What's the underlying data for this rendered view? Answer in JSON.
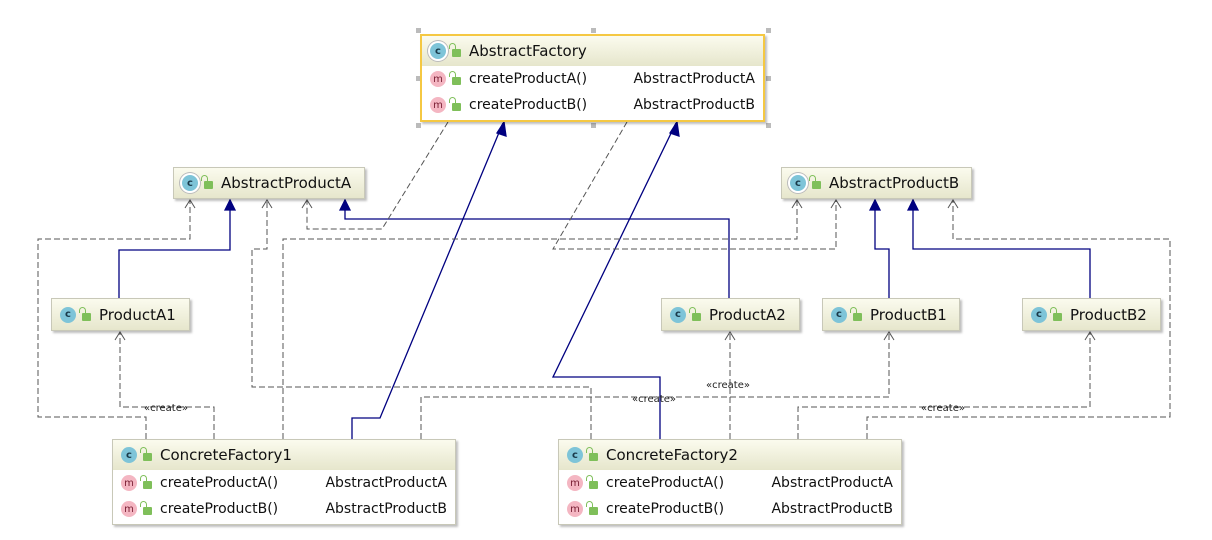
{
  "diagram": {
    "classes": {
      "abstract_factory": {
        "name": "AbstractFactory",
        "kind": "abstract",
        "methods": [
          {
            "name": "createProductA()",
            "type": "AbstractProductA"
          },
          {
            "name": "createProductB()",
            "type": "AbstractProductB"
          }
        ]
      },
      "abstract_product_a": {
        "name": "AbstractProductA",
        "kind": "abstract"
      },
      "abstract_product_b": {
        "name": "AbstractProductB",
        "kind": "abstract"
      },
      "product_a1": {
        "name": "ProductA1",
        "kind": "class"
      },
      "product_a2": {
        "name": "ProductA2",
        "kind": "class"
      },
      "product_b1": {
        "name": "ProductB1",
        "kind": "class"
      },
      "product_b2": {
        "name": "ProductB2",
        "kind": "class"
      },
      "concrete_factory1": {
        "name": "ConcreteFactory1",
        "kind": "class",
        "methods": [
          {
            "name": "createProductA()",
            "type": "AbstractProductA"
          },
          {
            "name": "createProductB()",
            "type": "AbstractProductB"
          }
        ]
      },
      "concrete_factory2": {
        "name": "ConcreteFactory2",
        "kind": "class",
        "methods": [
          {
            "name": "createProductA()",
            "type": "AbstractProductA"
          },
          {
            "name": "createProductB()",
            "type": "AbstractProductB"
          }
        ]
      }
    },
    "icons": {
      "class": "c",
      "method": "m"
    },
    "stereotypes": {
      "create": "«create»"
    },
    "colors": {
      "inheritance": "#000080",
      "dependency": "#555555",
      "selection": "#f5c842"
    }
  }
}
